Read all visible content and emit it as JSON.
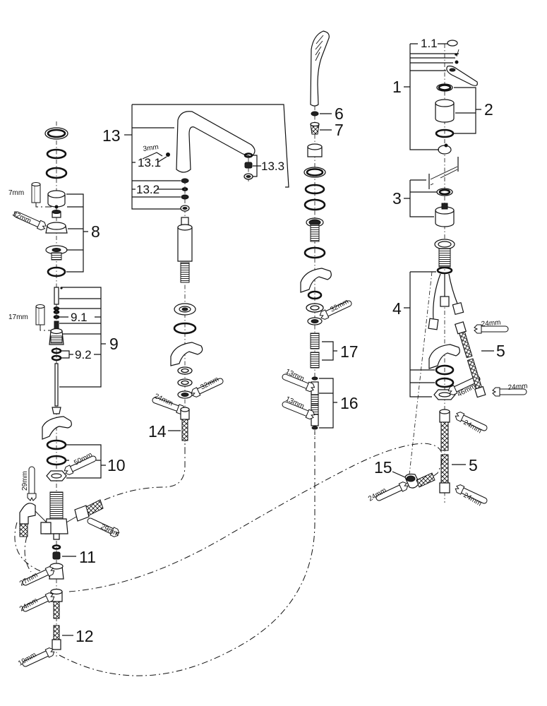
{
  "diagram": {
    "type": "exploded-parts-diagram",
    "subject": "4-hole bath/shower mixer spare parts",
    "part_labels": {
      "p1": "1",
      "p1_1": "1.1",
      "p2": "2",
      "p3": "3",
      "p4": "4",
      "p5a": "5",
      "p5b": "5",
      "p6": "6",
      "p7": "7",
      "p8": "8",
      "p9": "9",
      "p9_1": "9.1",
      "p9_2": "9.2",
      "p10": "10",
      "p11": "11",
      "p12": "12",
      "p13": "13",
      "p13_1": "13.1",
      "p13_2": "13.2",
      "p13_3": "13.3",
      "p14": "14",
      "p15": "15",
      "p16": "16",
      "p17": "17"
    },
    "tool_sizes": {
      "hex_7": "7mm",
      "wrench_32_left": "32mm",
      "hex_17": "17mm",
      "wrench_50": "50mm",
      "wrench_29_top": "29mm",
      "wrench_29_right": "29mm",
      "wrench_27": "27mm",
      "wrench_24_left": "24mm",
      "wrench_19": "19mm",
      "allen_3": "3mm",
      "wrench_32_spout": "32mm",
      "wrench_24_spout": "24mm",
      "wrench_32_shower": "32mm",
      "wrench_13_top": "13mm",
      "wrench_13_bottom": "13mm",
      "wrench_24_hose_top": "24mm",
      "wrench_24_hose_bottom": "24mm",
      "wrench_46": "46mm",
      "wrench_24_hose5_top": "24mm",
      "wrench_24_hose5_bottom": "24mm",
      "wrench_24_elbow": "24mm"
    }
  }
}
